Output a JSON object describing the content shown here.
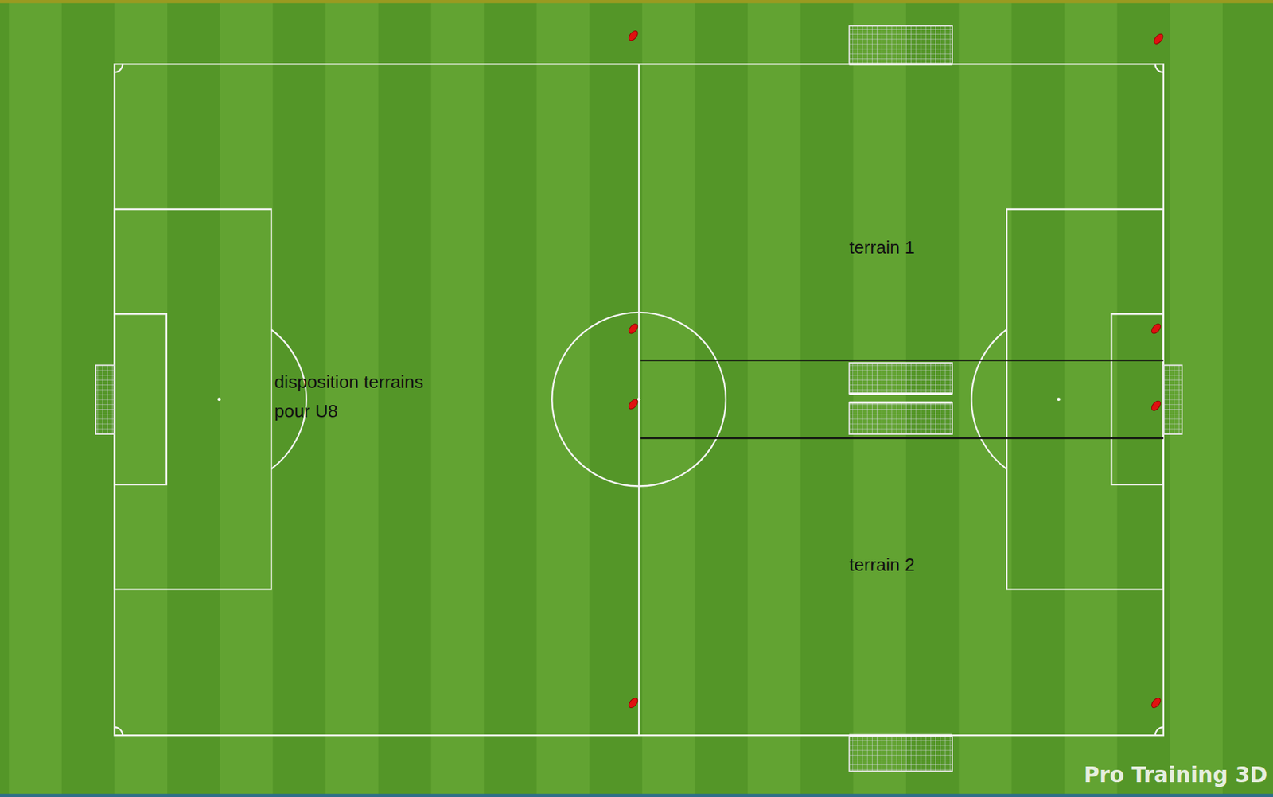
{
  "diagram": {
    "labels": [
      "terrain 1",
      "terrain 2",
      "disposition terrains pour U8",
      "Pro Training 3D"
    ]
  }
}
